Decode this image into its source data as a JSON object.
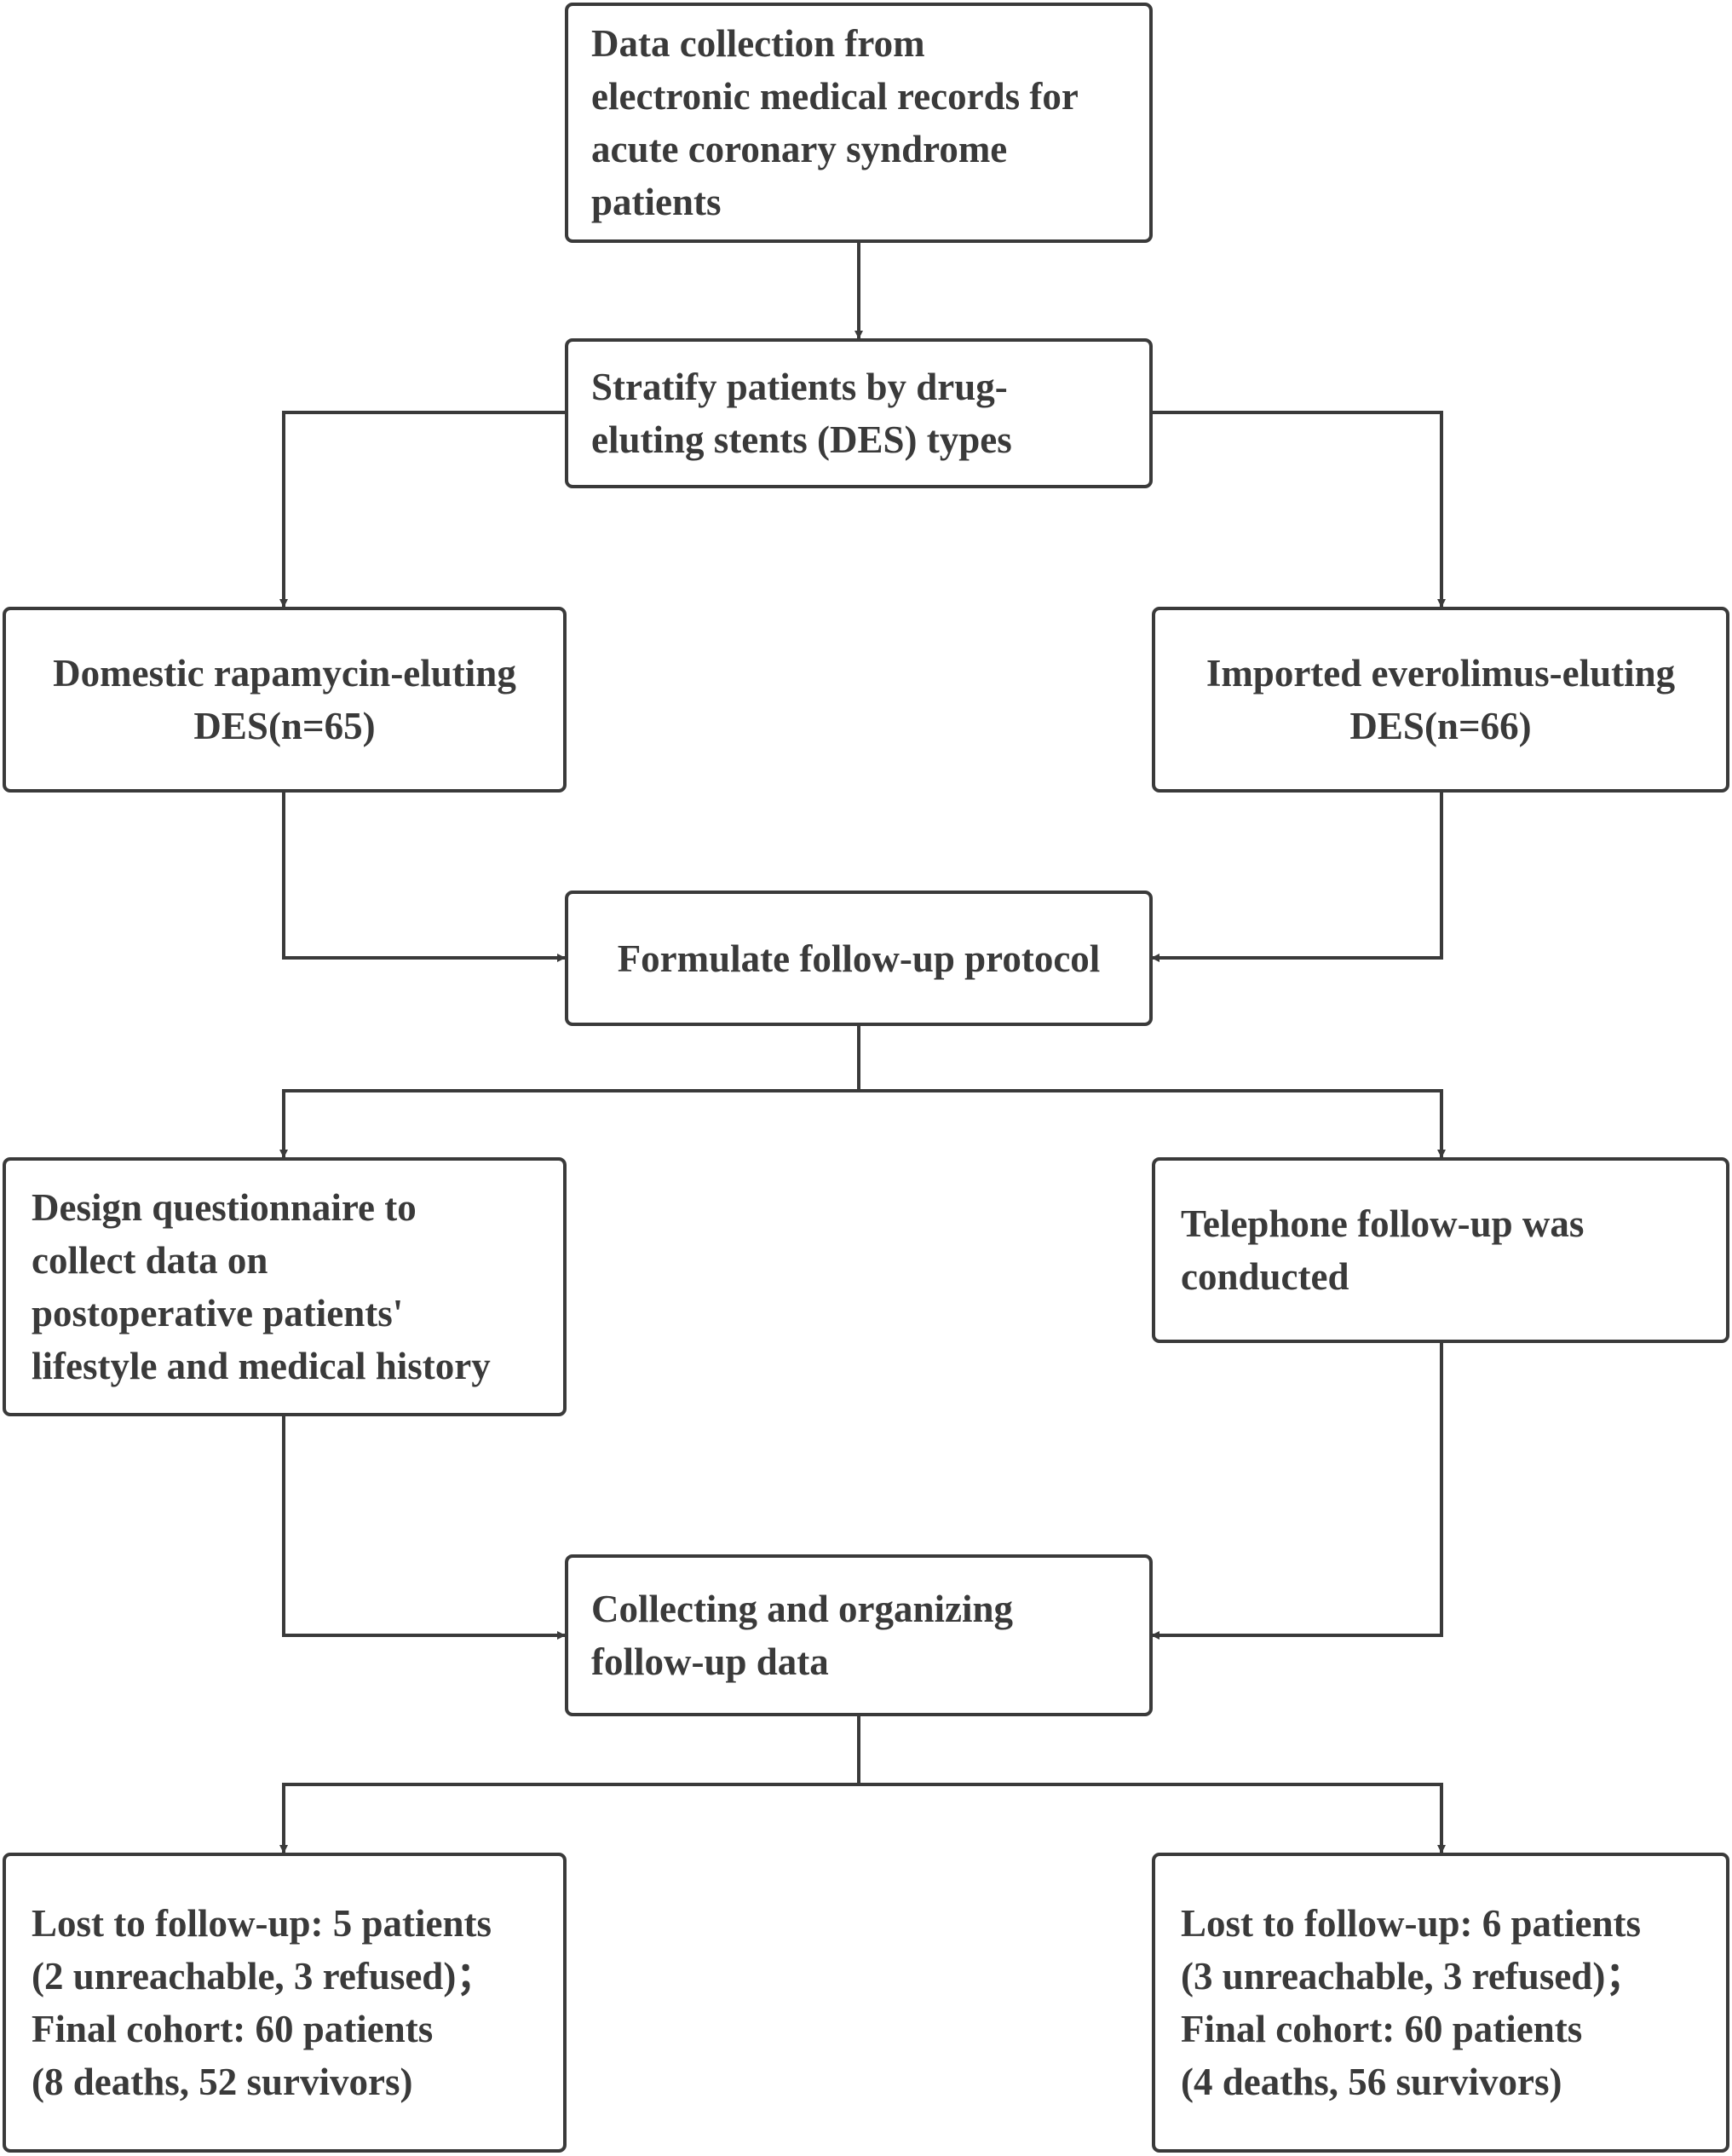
{
  "colors": {
    "stroke": "#3a3a3a",
    "text": "#3a3a3a",
    "background": "#ffffff"
  },
  "nodes": {
    "data_collection": {
      "lines": [
        "Data collection from",
        "electronic medical records for",
        "acute coronary syndrome",
        "patients"
      ]
    },
    "stratify": {
      "lines": [
        "Stratify patients by drug-",
        "eluting stents (DES) types"
      ]
    },
    "domestic": {
      "lines": [
        "Domestic rapamycin-eluting",
        "DES(n=65)"
      ]
    },
    "imported": {
      "lines": [
        "Imported everolimus-eluting",
        "DES(n=66)"
      ]
    },
    "protocol": {
      "lines": [
        "Formulate follow-up protocol"
      ]
    },
    "questionnaire": {
      "lines": [
        "Design questionnaire to",
        "collect data on",
        "postoperative patients'",
        "lifestyle and medical history"
      ]
    },
    "telephone": {
      "lines": [
        "Telephone follow-up was",
        "conducted"
      ]
    },
    "collecting": {
      "lines": [
        "Collecting and organizing",
        "follow-up data"
      ]
    },
    "result_left": {
      "lines": [
        "Lost to follow-up: 5 patients",
        "(2 unreachable, 3 refused)；",
        "Final cohort: 60 patients",
        "(8 deaths, 52 survivors)"
      ]
    },
    "result_right": {
      "lines": [
        "Lost to follow-up: 6 patients",
        "(3 unreachable, 3 refused)；",
        "Final cohort: 60 patients",
        "(4 deaths, 56 survivors)"
      ]
    }
  }
}
